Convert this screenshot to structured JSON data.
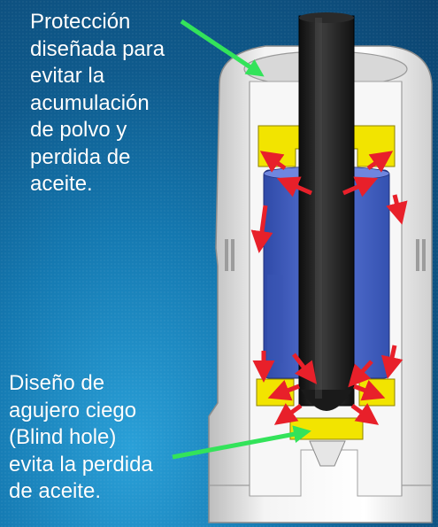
{
  "annotations": {
    "top_note": {
      "lines": [
        "Protección",
        "diseñada para",
        "evitar la",
        "acumulación",
        "de polvo y",
        "perdida de",
        "aceite."
      ]
    },
    "bottom_note": {
      "lines": [
        "Diseño de",
        "agujero ciego",
        "(Blind hole)",
        "evita la perdida",
        "de aceite."
      ]
    }
  },
  "colors": {
    "background": "#1478b0",
    "housing": "#e8e8e8",
    "seal": "#f2e400",
    "oil_chamber": "#4a66c8",
    "rod": "#1e1e1e",
    "flow_arrow": "#e8202a",
    "pointer": "#33e35a",
    "text": "#ffffff"
  },
  "icons": {
    "flow": "red-arrow-icon",
    "pointer": "green-arrow-icon"
  }
}
